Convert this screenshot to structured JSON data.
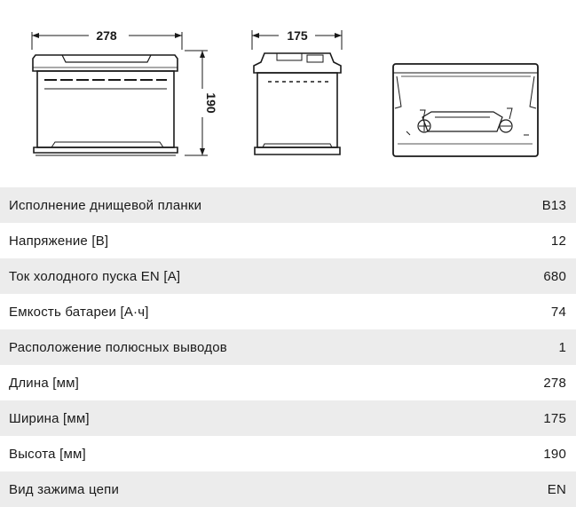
{
  "dimensions": {
    "length": "278",
    "width": "175",
    "height": "190"
  },
  "specs": [
    {
      "label": "Исполнение днищевой планки",
      "value": "B13"
    },
    {
      "label": "Напряжение [В]",
      "value": "12"
    },
    {
      "label": "Ток холодного пуска EN [A]",
      "value": "680"
    },
    {
      "label": "Емкость батареи [А·ч]",
      "value": "74"
    },
    {
      "label": "Расположение полюсных выводов",
      "value": "1"
    },
    {
      "label": "Длина [мм]",
      "value": "278"
    },
    {
      "label": "Ширина [мм]",
      "value": "175"
    },
    {
      "label": "Высота [мм]",
      "value": "190"
    },
    {
      "label": "Вид зажима цепи",
      "value": "EN"
    }
  ]
}
